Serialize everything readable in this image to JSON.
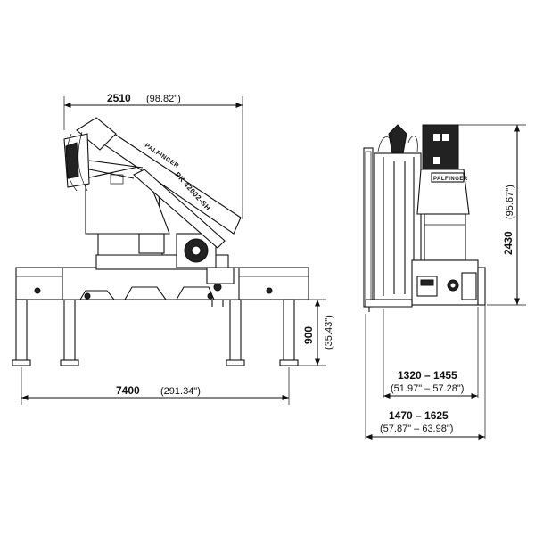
{
  "brand_label": "PALFINGER",
  "model_label": "PK 42002-SH",
  "dimensions": {
    "width_top": {
      "value": "2510",
      "imperial": "(98.82\")"
    },
    "outrigger_span": {
      "value": "7400",
      "imperial": "(291.34\")"
    },
    "outrigger_height": {
      "value": "900",
      "imperial": "(35.43\")"
    },
    "height": {
      "value": "2430",
      "imperial": "(95.67\")"
    },
    "width_range_1": {
      "value": "1320 – 1455",
      "imperial": "(51.97\" – 57.28\")"
    },
    "width_range_2": {
      "value": "1470 – 1625",
      "imperial": "(57.87\" – 63.98\")"
    }
  },
  "colors": {
    "line": "#111111",
    "background": "#ffffff"
  }
}
